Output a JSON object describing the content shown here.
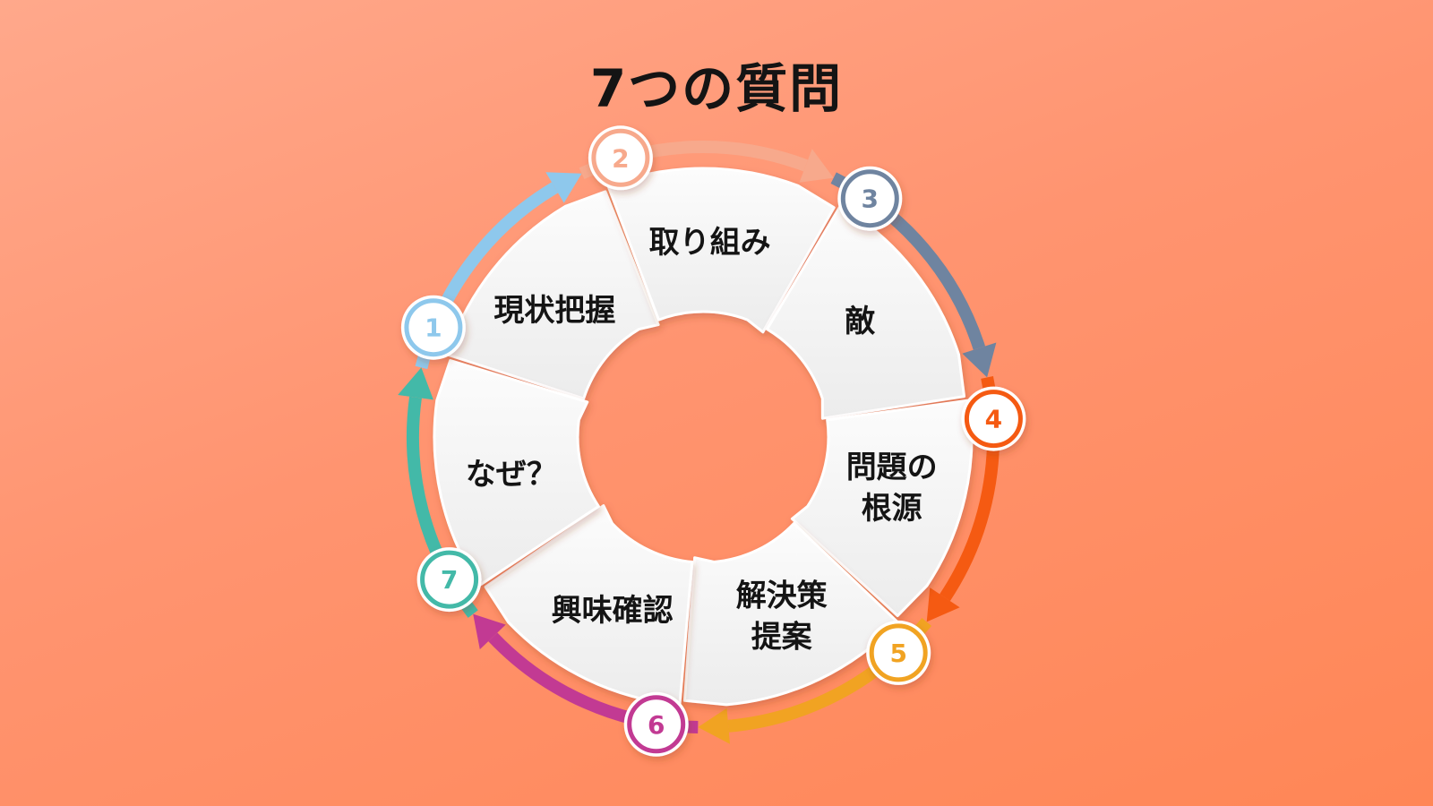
{
  "title": "7つの質問",
  "steps": [
    {
      "number": "1",
      "label": "現状把握",
      "color": "#8ec8ec"
    },
    {
      "number": "2",
      "label": "取り組み",
      "color": "#f7a98c"
    },
    {
      "number": "3",
      "label": "敵",
      "color": "#6f84a0"
    },
    {
      "number": "4",
      "label": "問題の根源",
      "color": "#f55a12"
    },
    {
      "number": "5",
      "label": "解決策提案",
      "color": "#f1a322"
    },
    {
      "number": "6",
      "label": "興味確認",
      "color": "#c23a93"
    },
    {
      "number": "7",
      "label": "なぜ？",
      "color": "#43b9a8"
    }
  ]
}
